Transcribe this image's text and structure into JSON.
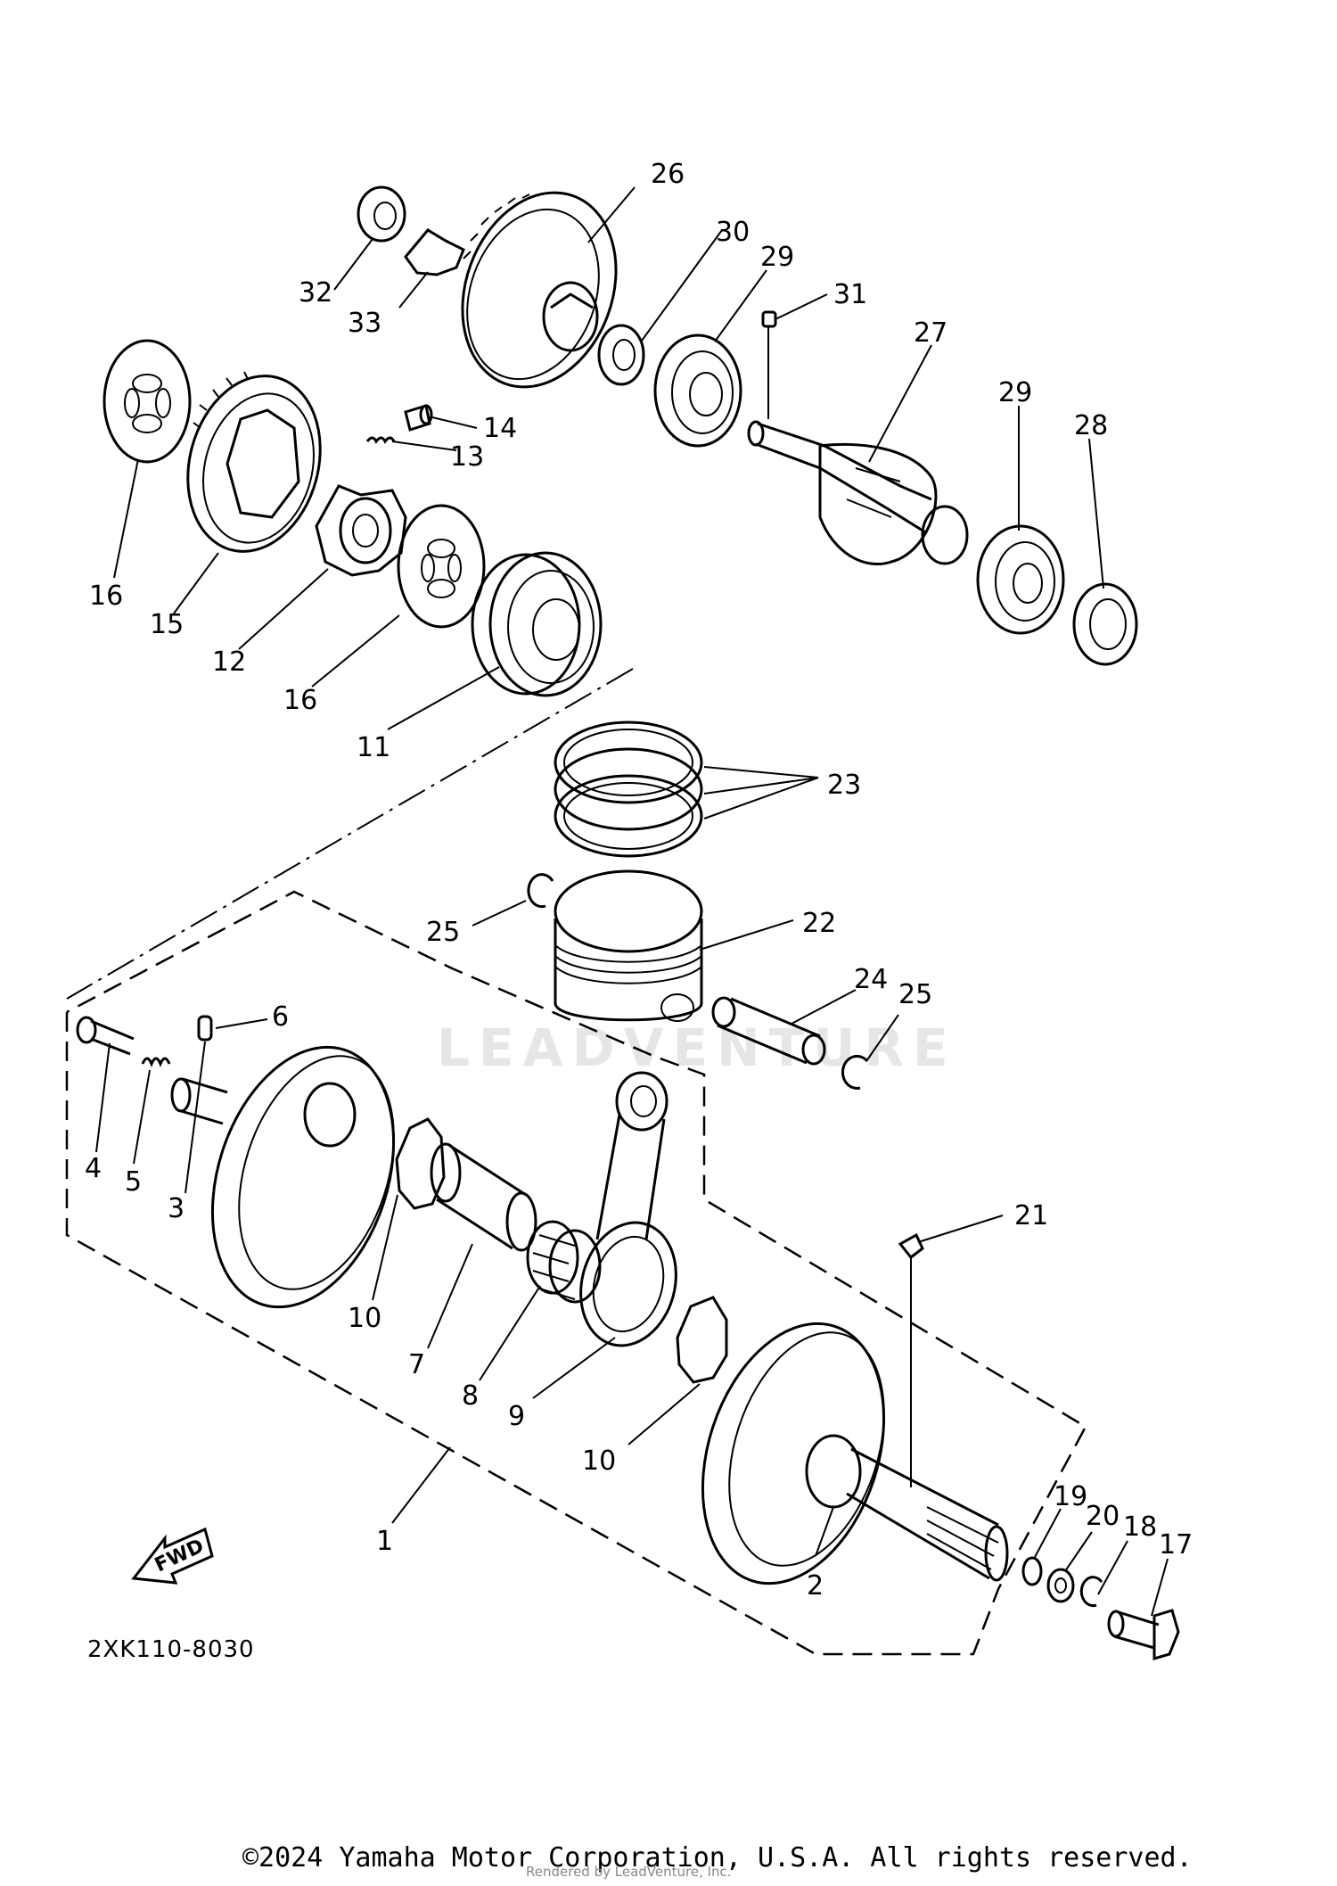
{
  "diagram": {
    "callouts": [
      "1",
      "2",
      "3",
      "4",
      "5",
      "6",
      "7",
      "8",
      "9",
      "10",
      "10",
      "11",
      "12",
      "13",
      "14",
      "15",
      "16",
      "16",
      "17",
      "18",
      "19",
      "20",
      "21",
      "22",
      "23",
      "24",
      "25",
      "25",
      "26",
      "27",
      "28",
      "29",
      "29",
      "30",
      "31",
      "32",
      "33"
    ],
    "fwd_label": "FWD",
    "reference_code": "2XK110-8030",
    "watermark": "LEADVENTURE"
  },
  "footer": {
    "copyright": "©2024 Yamaha Motor Corporation, U.S.A. All rights reserved.",
    "rendered_by": "Rendered by LeadVenture, Inc."
  }
}
